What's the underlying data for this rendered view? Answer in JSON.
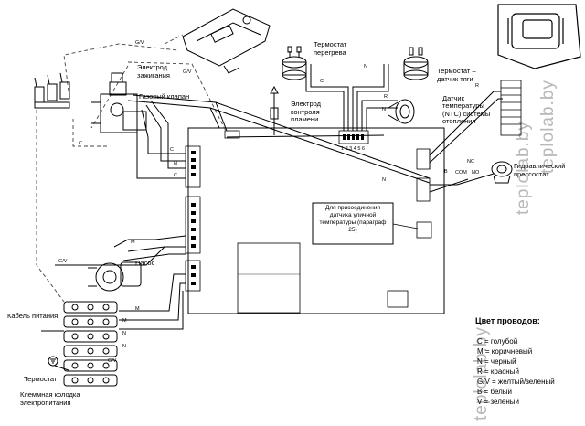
{
  "labels": {
    "ignition_electrode": "Электрод зажигания",
    "gas_valve": "Газовый клапан",
    "thermostat_overheat": "Термостат перегрева",
    "flame_electrode": "Электрод контроля пламени",
    "draft_sensor": "Термостат – датчик тяги",
    "ntc_sensor": "Датчик температуры (NTC) системы отопления",
    "pump": "Насос",
    "power_cable": "Кабель питания",
    "room_thermostat": "Термостат",
    "terminal_block": "Клеммная колодка электропитания",
    "pressostat": "Гидравлический прессостат",
    "outdoor_sensor_note": "Для присоединения датчика уличной температуры (параграф 25)"
  },
  "connector_numbers": "1 2 3 4 5 6",
  "wire_marks": [
    "G/V",
    "G/V",
    "C",
    "N",
    "C",
    "N",
    "C",
    "R",
    "N",
    "R",
    "N",
    "B",
    "M",
    "G/V",
    "M",
    "M",
    "N",
    "N",
    "G/V",
    "C",
    "NC",
    "COM",
    "NO"
  ],
  "legend": {
    "title": "Цвет проводов:",
    "items": [
      "С = голубой",
      "М = коричневый",
      "N = черный",
      "R = красный",
      "G/V = желтый/зеленый",
      "В = белый",
      "V = зеленый"
    ]
  },
  "watermark": [
    "teplolab.by",
    "teplolab.by",
    "teplolab.by"
  ],
  "colors": {
    "line": "#000000",
    "watermark": "#b8b8b8",
    "dash": "#444444"
  }
}
